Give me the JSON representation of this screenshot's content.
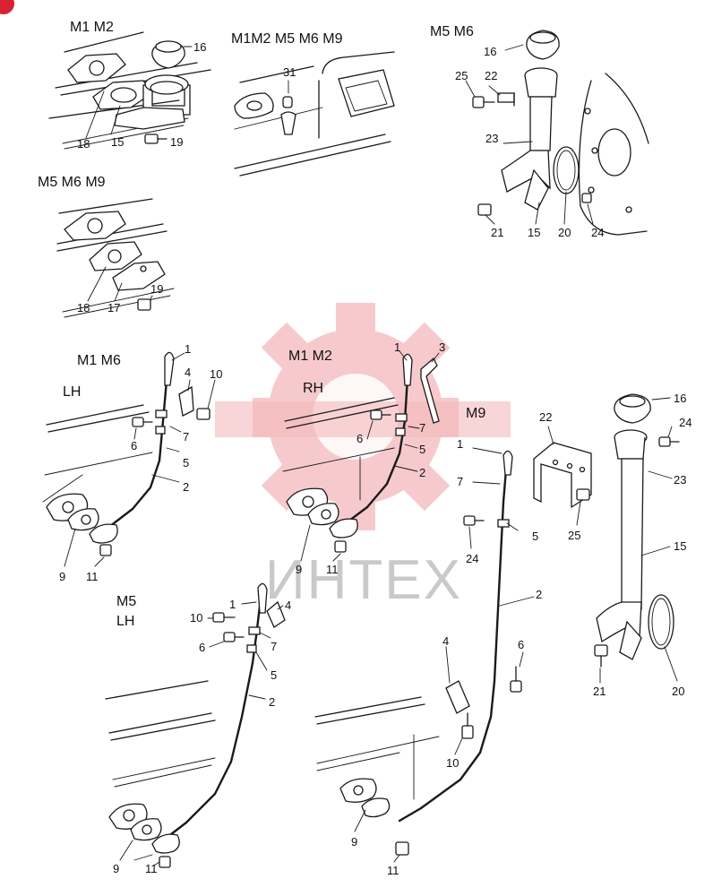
{
  "colors": {
    "ink": "#1a1a1a",
    "watermark_gear": "#f4b9bb",
    "watermark_text": "#c9c9c9",
    "corner_badge": "#d8222f"
  },
  "watermark": {
    "text": "ИНТЕХ",
    "icon": "gear-icon"
  },
  "sections": {
    "top_left": "M1 M2",
    "top_middle": "M1M2 M5 M6 M9",
    "top_right": "M5 M6",
    "mid_left": "M5 M6 M9",
    "lh_m1m6_models": "M1  M6",
    "lh_m1m6_side": "LH",
    "rh_m1m2_models": "M1  M2",
    "rh_m1m2_side": "RH",
    "m9": "M9",
    "m5_models": "M5",
    "m5_side": "LH"
  },
  "labels": {
    "tl_16": "16",
    "tl_18": "18",
    "tl_15": "15",
    "tl_19": "19",
    "tm_31": "31",
    "tr_16": "16",
    "tr_25": "25",
    "tr_22": "22",
    "tr_23": "23",
    "tr_21": "21",
    "tr_15": "15",
    "tr_20": "20",
    "tr_24": "24",
    "ml_18": "18",
    "ml_17": "17",
    "ml_19": "19",
    "a_1": "1",
    "a_4": "4",
    "a_10": "10",
    "a_6": "6",
    "a_7": "7",
    "a_5": "5",
    "a_2": "2",
    "a_9": "9",
    "a_11": "11",
    "b_1": "1",
    "b_3": "3",
    "b_7": "7",
    "b_6": "6",
    "b_5": "5",
    "b_2": "2",
    "b_9": "9",
    "b_11": "11",
    "c_1": "1",
    "c_7": "7",
    "c_22": "22",
    "c_5": "5",
    "c_25": "25",
    "c_24": "24",
    "c_2": "2",
    "c_4": "4",
    "c_6": "6",
    "c_10": "10",
    "c_9": "9",
    "c_11": "11",
    "d_16": "16",
    "d_24": "24",
    "d_23": "23",
    "d_15": "15",
    "d_21": "21",
    "d_20": "20",
    "e_1": "1",
    "e_10": "10",
    "e_4": "4",
    "e_6": "6",
    "e_7": "7",
    "e_5": "5",
    "e_2": "2",
    "e_9": "9",
    "e_11": "11"
  }
}
